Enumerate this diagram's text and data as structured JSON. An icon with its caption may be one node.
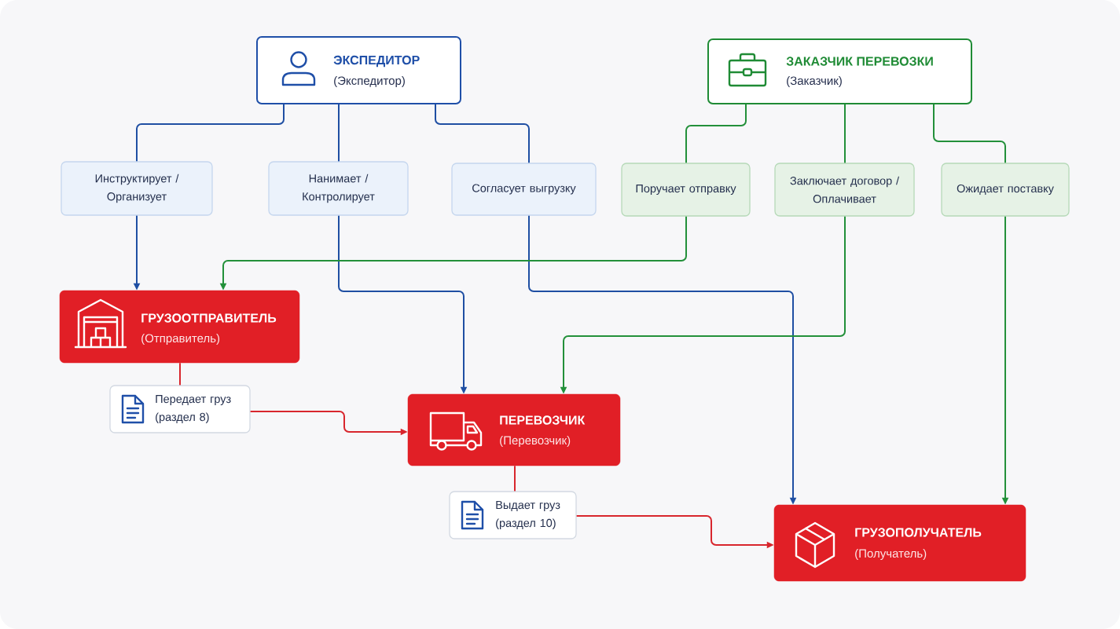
{
  "diagram": {
    "nodes": [
      {
        "text": [
          "ЭКСПЕДИТОР",
          "(Экспедитор)"
        ]
      },
      {
        "text": [
          "ЗАКАЗЧИК ПЕРЕВОЗКИ",
          "(Заказчик)"
        ]
      },
      {
        "text": [
          "Инструктирует / Организует"
        ]
      },
      {
        "text": [
          "Нанимает / Контролирует"
        ]
      },
      {
        "text": [
          "Согласует выгрузку"
        ]
      },
      {
        "text": [
          "Поручает отправку"
        ]
      },
      {
        "text": [
          "Заключает договор / Оплачивает"
        ]
      },
      {
        "text": [
          "Ожидает поставку"
        ]
      },
      {
        "text": [
          "ГРУЗООТПРАВИТЕЛЬ",
          "(Отправитель)"
        ]
      },
      {
        "text": [
          "Передает груз (раздел 8)"
        ]
      },
      {
        "text": [
          "ПЕРЕВОЗЧИК",
          "(Перевозчик)"
        ]
      },
      {
        "text": [
          "Выдает груз (раздел 10)"
        ]
      },
      {
        "text": [
          "ГРУЗОПОЛУЧАТЕЛЬ",
          "(Получатель)"
        ]
      }
    ],
    "edges": [
      {
        "from": 0,
        "to": 2,
        "arrow": "none",
        "color": "#1f4fa3"
      },
      {
        "from": 2,
        "to": 8,
        "arrow": "to",
        "color": "#1f4fa3"
      },
      {
        "from": 0,
        "to": 3,
        "arrow": "none",
        "color": "#1f4fa3"
      },
      {
        "from": 3,
        "to": 10,
        "arrow": "to",
        "color": "#1f4fa3"
      },
      {
        "from": 0,
        "to": 4,
        "arrow": "none",
        "color": "#1f4fa3"
      },
      {
        "from": 4,
        "to": 12,
        "arrow": "to",
        "color": "#1f4fa3"
      },
      {
        "from": 1,
        "to": 5,
        "arrow": "none",
        "color": "#23903a"
      },
      {
        "from": 5,
        "to": 8,
        "arrow": "to",
        "color": "#23903a"
      },
      {
        "from": 1,
        "to": 6,
        "arrow": "none",
        "color": "#23903a"
      },
      {
        "from": 6,
        "to": 10,
        "arrow": "to",
        "color": "#23903a"
      },
      {
        "from": 1,
        "to": 7,
        "arrow": "none",
        "color": "#23903a"
      },
      {
        "from": 7,
        "to": 12,
        "arrow": "to",
        "color": "#23903a"
      },
      {
        "from": 8,
        "to": 9,
        "arrow": "none",
        "color": "#d8262d"
      },
      {
        "from": 9,
        "to": 10,
        "arrow": "to",
        "color": "#d8262d"
      },
      {
        "from": 10,
        "to": 11,
        "arrow": "none",
        "color": "#d8262d"
      },
      {
        "from": 11,
        "to": 12,
        "arrow": "to",
        "color": "#d8262d"
      }
    ]
  }
}
